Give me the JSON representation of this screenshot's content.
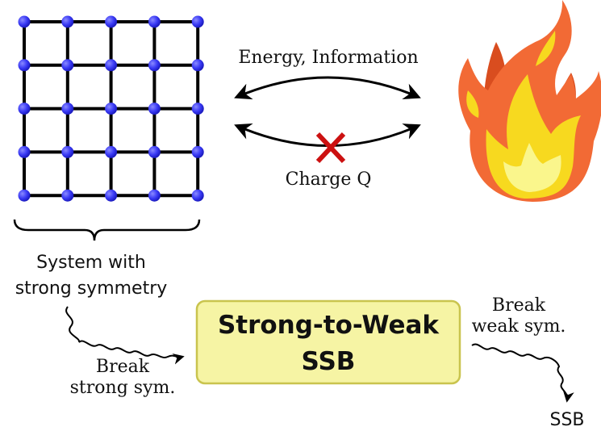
{
  "lattice": {
    "rows": 5,
    "cols": 5,
    "node_color": "#3a3af5",
    "bond_color": "#000000"
  },
  "labels": {
    "energy_information": "Energy, Information",
    "charge_q": "Charge Q",
    "system_line1": "System with",
    "system_line2": "strong symmetry",
    "break_strong_line1": "Break",
    "break_strong_line2": "strong sym.",
    "break_weak_line1": "Break",
    "break_weak_line2": "weak sym.",
    "ssb": "SSB"
  },
  "central_box": {
    "line1": "Strong-to-Weak",
    "line2": "SSB",
    "fill": "#f6f4a4",
    "stroke": "#c9c44e"
  },
  "blocked_mark": {
    "icon": "red-x-icon",
    "color": "#cc1111"
  },
  "fire": {
    "icon": "fire-icon",
    "outer": "#f26a35",
    "dark": "#d94d1f",
    "yellow": "#f7d91f",
    "light": "#faf68c"
  }
}
